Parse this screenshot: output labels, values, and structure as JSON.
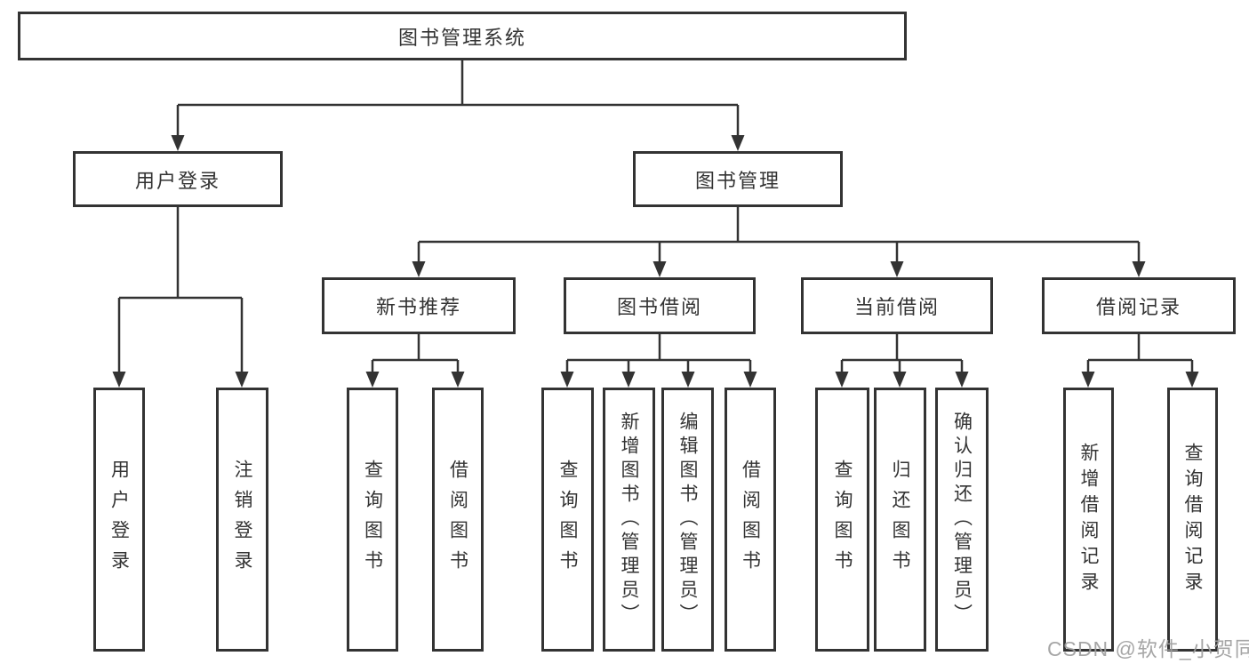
{
  "tree": {
    "root": {
      "label": "图书管理系统",
      "children": [
        {
          "label": "用户登录",
          "children": [
            {
              "label": "用户登录"
            },
            {
              "label": "注销登录"
            }
          ]
        },
        {
          "label": "图书管理",
          "children": [
            {
              "label": "新书推荐",
              "children": [
                {
                  "label": "查询图书"
                },
                {
                  "label": "借阅图书"
                }
              ]
            },
            {
              "label": "图书借阅",
              "children": [
                {
                  "label": "查询图书"
                },
                {
                  "label": "新增图书（管理员）"
                },
                {
                  "label": "编辑图书（管理员）"
                },
                {
                  "label": "借阅图书"
                }
              ]
            },
            {
              "label": "当前借阅",
              "children": [
                {
                  "label": "查询图书"
                },
                {
                  "label": "归还图书"
                },
                {
                  "label": "确认归还（管理员）"
                }
              ]
            },
            {
              "label": "借阅记录",
              "children": [
                {
                  "label": "新增借阅记录"
                },
                {
                  "label": "查询借阅记录"
                }
              ]
            }
          ]
        }
      ]
    }
  },
  "watermark": "CSDN @软件_小贺同学",
  "colors": {
    "line": "#333333",
    "text": "#333333",
    "background": "#ffffff",
    "watermark": "#9e9e9e"
  }
}
